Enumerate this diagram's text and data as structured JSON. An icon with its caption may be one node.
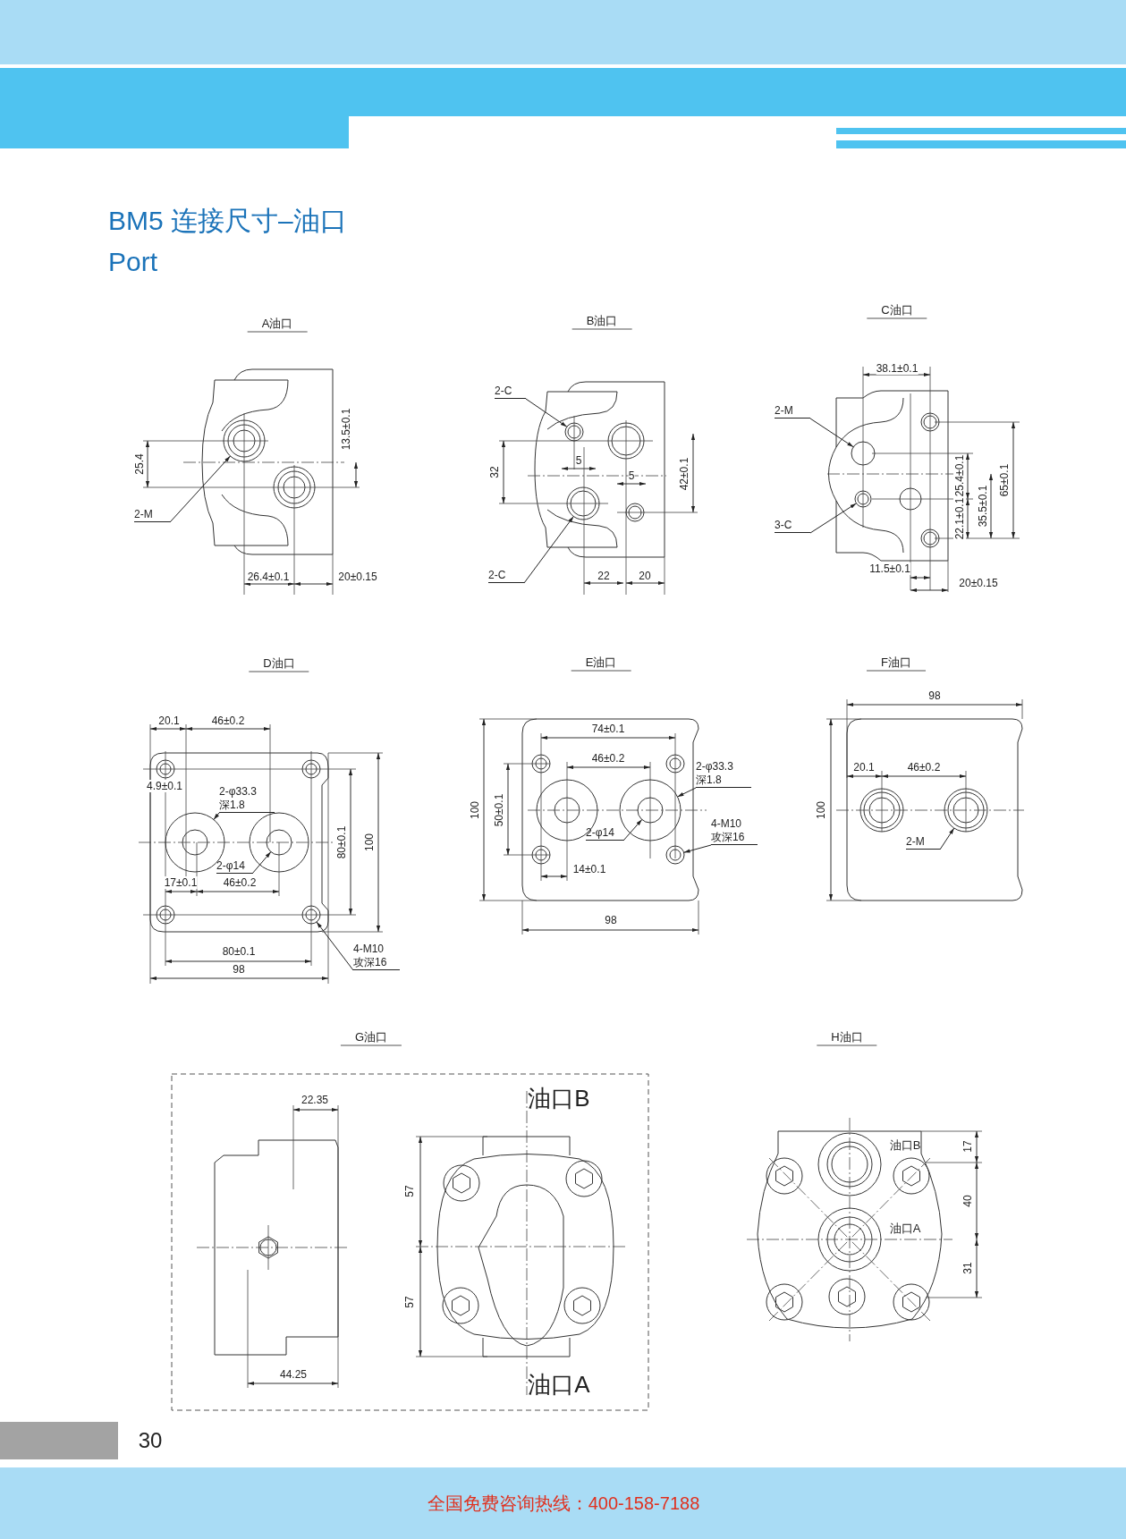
{
  "diagram": {
    "title": "BM5 连接尺寸–油口 Port",
    "nodes": [
      {
        "text": [
          "2-M"
        ]
      },
      {
        "text": [],
        "shape": "circle"
      },
      {
        "text": [
          "2-C"
        ]
      },
      {
        "text": [],
        "shape": "circle"
      },
      {
        "text": [
          "2-C"
        ]
      },
      {
        "text": [],
        "shape": "circle"
      },
      {
        "text": [
          "2-M"
        ]
      },
      {
        "text": [],
        "shape": "circle"
      },
      {
        "text": [
          "3-C"
        ]
      },
      {
        "text": [],
        "shape": "circle"
      },
      {
        "text": [
          "2-φ33.3 深1.8"
        ]
      },
      {
        "text": [],
        "shape": "circle"
      },
      {
        "text": [
          "2-φ14"
        ]
      },
      {
        "text": [],
        "shape": "circle"
      },
      {
        "text": [
          "4-M10 攻深16"
        ]
      },
      {
        "text": [],
        "shape": "circle"
      },
      {
        "text": [
          "2-φ33.3 深1.8"
        ]
      },
      {
        "text": [],
        "shape": "circle"
      },
      {
        "text": [
          "2-φ14"
        ]
      },
      {
        "text": [],
        "shape": "circle",
        "in": 17
      },
      {
        "text": [
          "4-M10 攻深16"
        ]
      },
      {
        "text": [],
        "shape": "circle"
      },
      {
        "text": [
          "2-M"
        ]
      },
      {
        "text": [],
        "shape": "circle"
      }
    ],
    "edges": [
      {
        "from": 0,
        "to": 1,
        "arrow": "to"
      },
      {
        "from": 2,
        "to": 3,
        "arrow": "to"
      },
      {
        "from": 4,
        "to": 5,
        "arrow": "to"
      },
      {
        "from": 6,
        "to": 7,
        "arrow": "to"
      },
      {
        "from": 8,
        "to": 9,
        "arrow": "to"
      },
      {
        "from": 10,
        "to": 11,
        "arrow": "to"
      },
      {
        "from": 12,
        "to": 13,
        "arrow": "to"
      },
      {
        "from": 14,
        "to": 15,
        "arrow": "to"
      },
      {
        "from": 16,
        "to": 17,
        "arrow": "to"
      },
      {
        "from": 18,
        "to": 19,
        "arrow": "to"
      },
      {
        "from": 20,
        "to": 21,
        "arrow": "to"
      },
      {
        "from": 22,
        "to": 23,
        "arrow": "to"
      }
    ],
    "labels": [
      "A油口",
      "13.5±0.1",
      "25.4",
      "26.4±0.1",
      "20±0.15",
      "B油口",
      "5",
      "32",
      "42±0.1",
      "5",
      "22",
      "20",
      "C油口",
      "38.1±0.1",
      "22.1±0.1",
      "25.4±0.1",
      "35.5±0.1",
      "65±0.1",
      "11.5±0.1",
      "20±0.15",
      "D油口",
      "20.1",
      "46±0.2",
      "4.9±0.1",
      "80±0.1",
      "100",
      "17±0.1",
      "46±0.2",
      "80±0.1",
      "98",
      "E油口",
      "74±0.1",
      "46±0.2",
      "100",
      "50±0.1",
      "14±0.1",
      "98",
      "F油口",
      "98",
      "100",
      "20.1",
      "46±0.2",
      "G油口",
      "22.35",
      "油口B",
      "57",
      "57",
      "44.25",
      "油口A",
      "H油口",
      "油口B",
      "17",
      "40",
      "油口A",
      "31",
      "30",
      "全国免费咨询热线：400-158-7188"
    ]
  }
}
